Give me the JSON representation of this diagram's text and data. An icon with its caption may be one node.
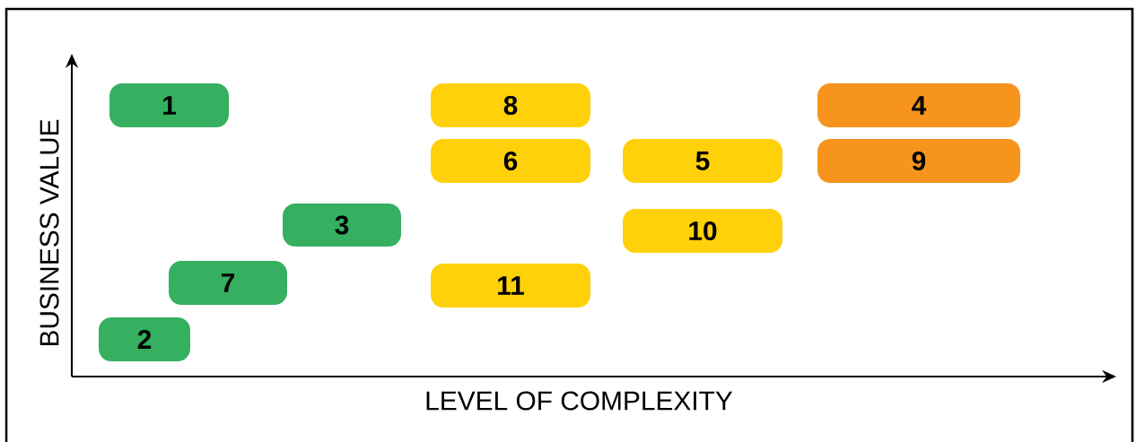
{
  "diagram": {
    "nodes": [
      {
        "text": [
          "1"
        ]
      },
      {
        "text": [
          "8"
        ]
      },
      {
        "text": [
          "4"
        ]
      },
      {
        "text": [
          "6"
        ]
      },
      {
        "text": [
          "5"
        ]
      },
      {
        "text": [
          "9"
        ]
      },
      {
        "text": [
          "3"
        ]
      },
      {
        "text": [
          "10"
        ]
      },
      {
        "text": [
          "7"
        ]
      },
      {
        "text": [
          "11"
        ]
      },
      {
        "text": [
          "2"
        ]
      }
    ],
    "labels": [
      "BUSINESS VALUE",
      "LEVEL OF COMPLEXITY"
    ]
  }
}
